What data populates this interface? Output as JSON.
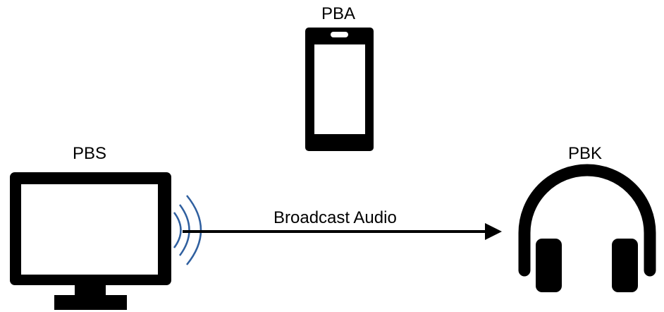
{
  "nodes": {
    "phone": {
      "label": "PBA",
      "icon": "smartphone-icon"
    },
    "tv": {
      "label": "PBS",
      "icon": "monitor-icon"
    },
    "headphones": {
      "label": "PBK",
      "icon": "headphones-icon"
    }
  },
  "edges": [
    {
      "from": "tv",
      "to": "headphones",
      "label": "Broadcast Audio"
    }
  ],
  "colors": {
    "stroke": "#000000",
    "wave": "#2f5f9f",
    "background": "#ffffff"
  }
}
